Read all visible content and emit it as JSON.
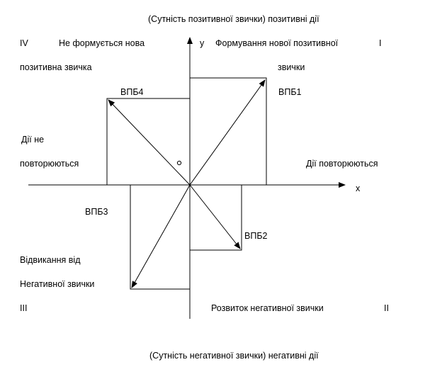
{
  "labels": {
    "top_caption": "(Сутність позитивної звички) позитивні дії",
    "bottom_caption": "(Сутність негативної звички) негативні дії",
    "axis_y": "y",
    "axis_x": "x",
    "q1_numeral": "I",
    "q2_numeral": "II",
    "q3_numeral": "III",
    "q4_numeral": "IV",
    "q1_text_line1": "Формування нової позитивної",
    "q1_text_line2": "звички",
    "q4_text_line1": "Не формується нова",
    "q4_text_line2": "позитивна звичка",
    "q3_text_line1": "Відвикання від",
    "q3_text_line2": "Негативної звички",
    "q2_text": "Розвиток негативної звички",
    "left_text_line1": "Дії не",
    "left_text_line2": "повторюються",
    "right_text": "Дії повторюються",
    "vpb1": "ВПБ1",
    "vpb2": "ВПБ2",
    "vpb3": "ВПБ3",
    "vpb4": "ВПБ4"
  },
  "colors": {
    "line": "#000000",
    "background": "#ffffff"
  }
}
